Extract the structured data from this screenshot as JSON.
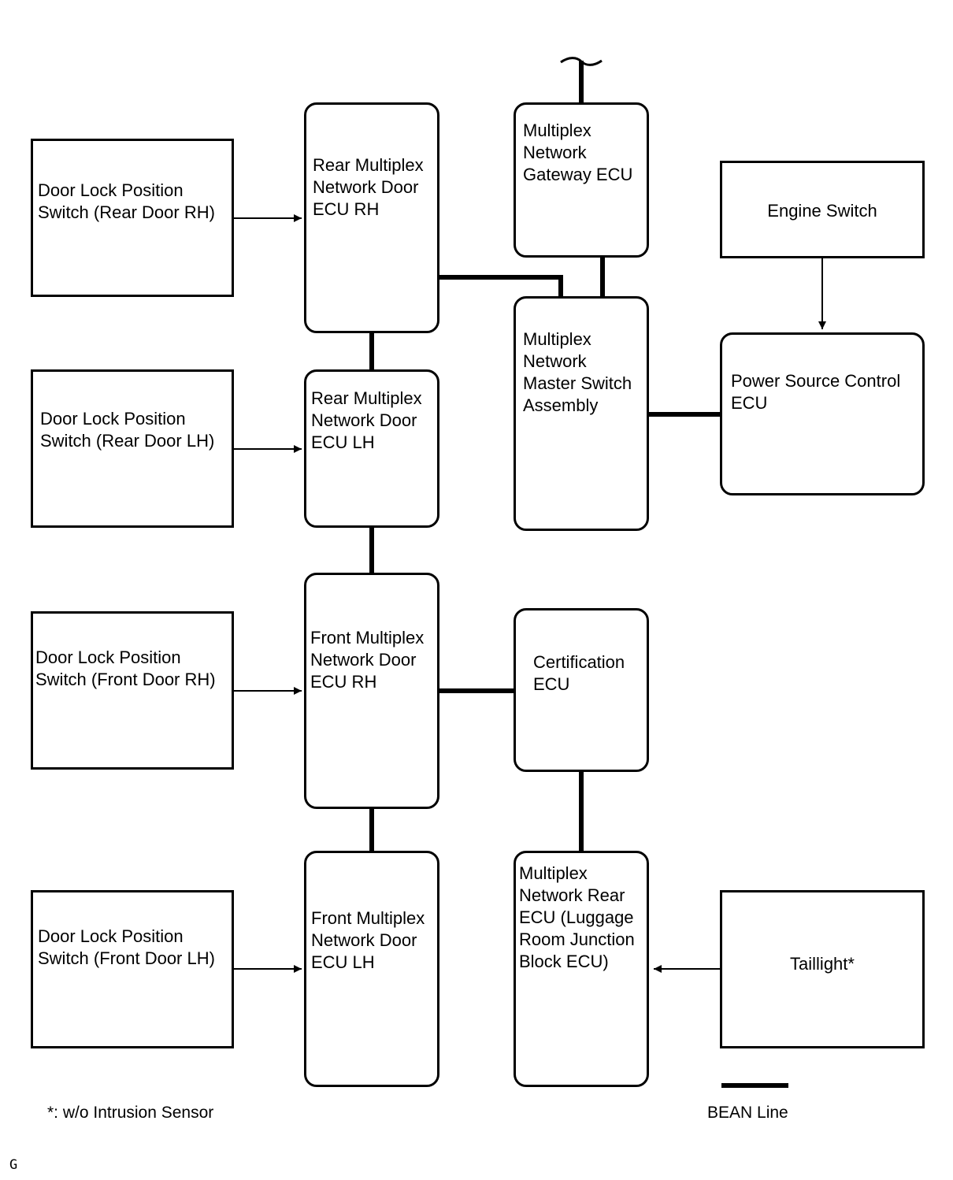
{
  "switches": {
    "rear_rh": "Door Lock Position\nSwitch (Rear Door RH)",
    "rear_lh": "Door Lock Position\nSwitch (Rear Door LH)",
    "front_rh": "Door Lock Position\nSwitch (Front Door RH)",
    "front_lh": "Door Lock Position\nSwitch (Front Door LH)"
  },
  "door_ecus": {
    "rear_rh": "Rear Multiplex\nNetwork Door\nECU RH",
    "rear_lh": "Rear Multiplex\nNetwork Door\nECU LH",
    "front_rh": "Front Multiplex\nNetwork Door\nECU RH",
    "front_lh": "Front Multiplex\nNetwork Door\nECU LH"
  },
  "center": {
    "gateway": "Multiplex\nNetwork\nGateway ECU",
    "master_switch": "Multiplex\nNetwork\nMaster Switch\nAssembly",
    "certification": "Certification\nECU",
    "rear_ecu": "Multiplex\nNetwork Rear\nECU (Luggage\nRoom Junction\nBlock ECU)"
  },
  "right": {
    "engine_switch": "Engine Switch",
    "power_source": "Power Source Control\nECU",
    "taillight": "Taillight*"
  },
  "notes": {
    "footnote": "*: w/o Intrusion Sensor",
    "legend": "BEAN Line",
    "corner": "G"
  }
}
